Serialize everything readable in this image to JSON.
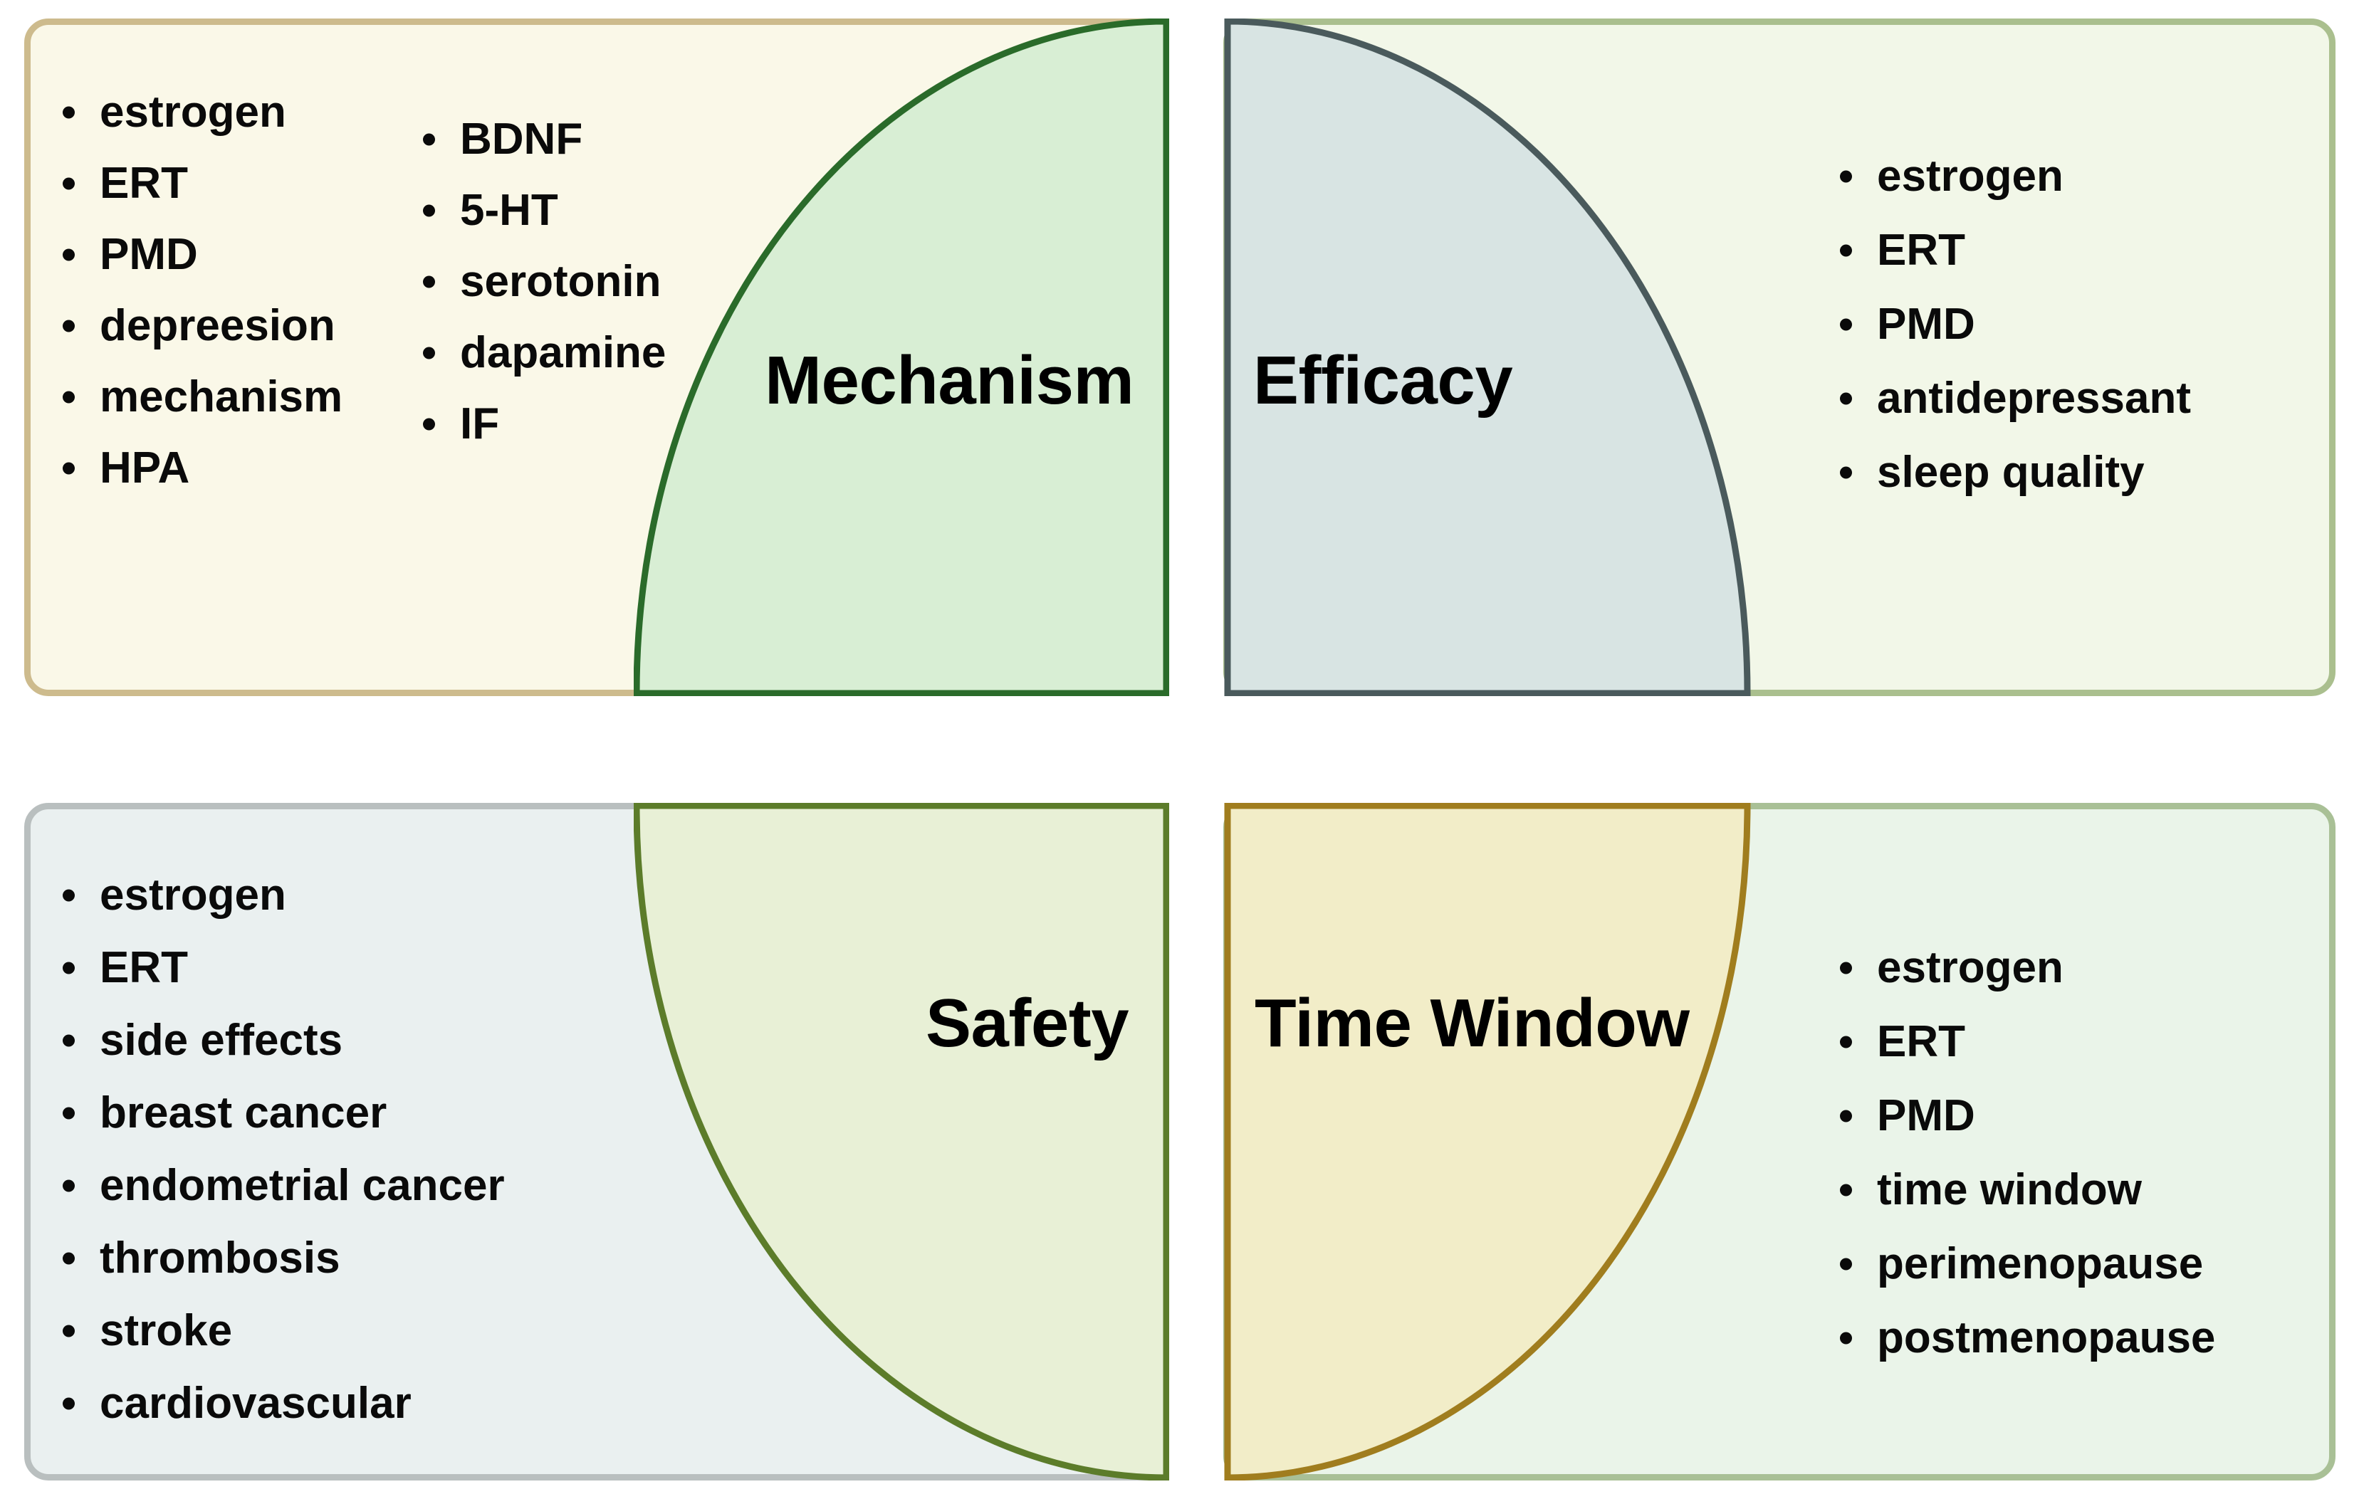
{
  "figure": {
    "type": "quadrant-concept-diagram",
    "panel_count": 4
  },
  "panels": [
    {
      "id": "mechanism",
      "title": "Mechanism",
      "panel_fill": "#faf8e8",
      "panel_border": "#cdbb8d",
      "wedge_fill": "#d8eed4",
      "wedge_border": "#2a6b2a",
      "wedge_corner": "bottom-right",
      "keywords_column_1": [
        "estrogen",
        "ERT",
        "PMD",
        "depreesion",
        "mechanism",
        "HPA"
      ],
      "keywords_column_2": [
        "BDNF",
        "5-HT",
        "serotonin",
        "dapamine",
        "IF"
      ]
    },
    {
      "id": "efficacy",
      "title": "Efficacy",
      "panel_fill": "#f2f7e8",
      "panel_border": "#aabf8e",
      "wedge_fill": "#d8e4e3",
      "wedge_border": "#4a5a5c",
      "wedge_corner": "bottom-left",
      "keywords": [
        "estrogen",
        "ERT",
        "PMD",
        "antidepressant",
        "sleep quality"
      ]
    },
    {
      "id": "safety",
      "title": "Safety",
      "panel_fill": "#eaf0f0",
      "panel_border": "#b9bfbf",
      "wedge_fill": "#e8f0d6",
      "wedge_border": "#5c7c2a",
      "wedge_corner": "top-right",
      "keywords": [
        "estrogen",
        "ERT",
        "side effects",
        "breast cancer",
        "endometrial cancer",
        "thrombosis",
        "stroke",
        "cardiovascular"
      ]
    },
    {
      "id": "time_window",
      "title": "Time Window",
      "panel_fill": "#eaf4e9",
      "panel_border": "#a9c096",
      "wedge_fill": "#f2edc8",
      "wedge_border": "#a07d1e",
      "wedge_corner": "top-left",
      "keywords": [
        "estrogen",
        "ERT",
        "PMD",
        "time window",
        "perimenopause",
        "postmenopause"
      ]
    }
  ]
}
